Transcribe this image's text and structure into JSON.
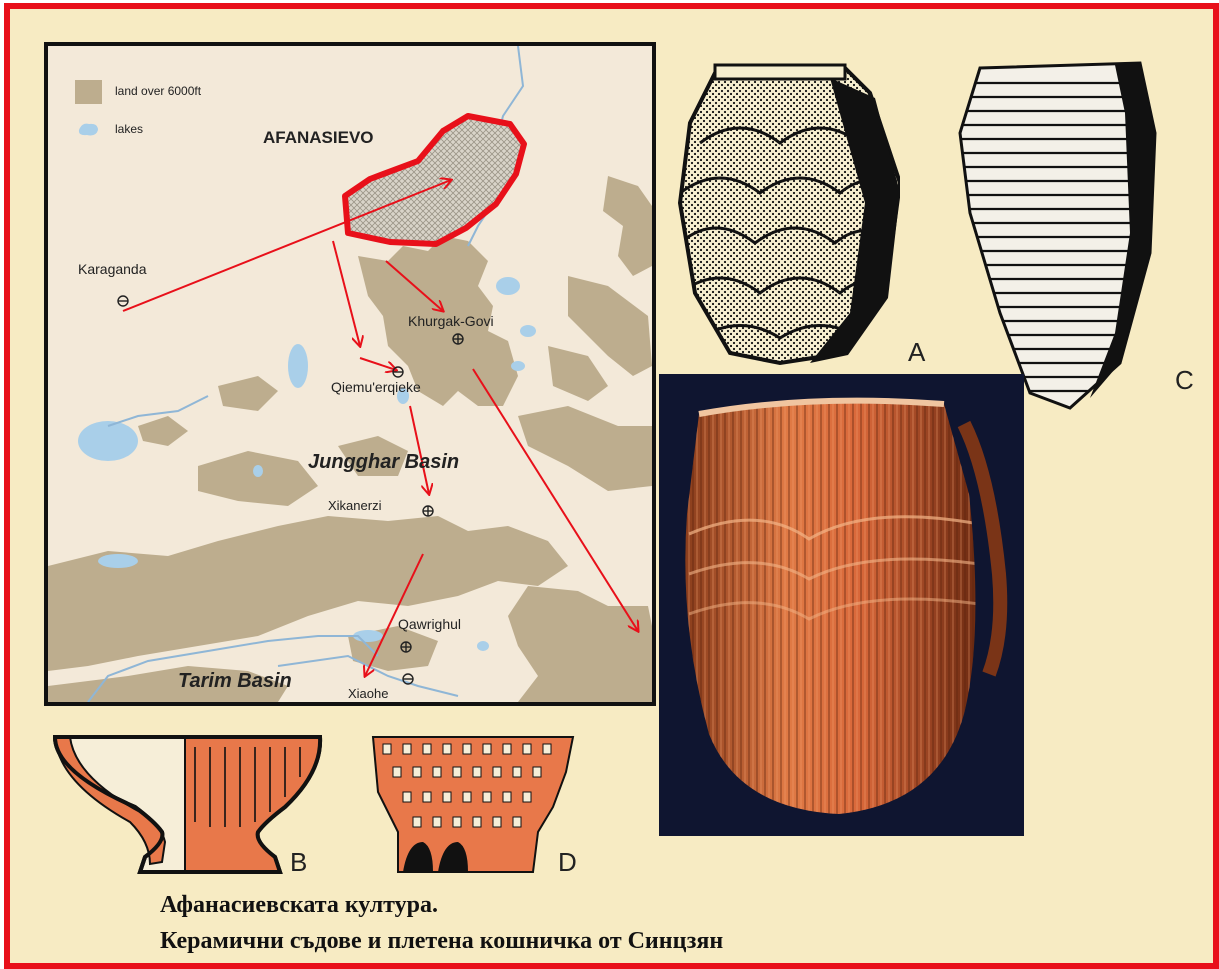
{
  "map": {
    "legend": {
      "land": "land over 6000ft",
      "lakes": "lakes"
    },
    "places": [
      {
        "id": "afanasievo",
        "name": "AFANASIEVO"
      },
      {
        "id": "karaganda",
        "name": "Karaganda"
      },
      {
        "id": "khurgak",
        "name": "Khurgak-Govi"
      },
      {
        "id": "qiemu",
        "name": "Qiemu'erqieke"
      },
      {
        "id": "junggar",
        "name": "Jungghar Basin"
      },
      {
        "id": "xikanerzi",
        "name": "Xikanerzi"
      },
      {
        "id": "qawrighul",
        "name": "Qawrighul"
      },
      {
        "id": "tarim",
        "name": "Tarim Basin"
      },
      {
        "id": "xiaohe",
        "name": "Xiaohe"
      }
    ],
    "colors": {
      "land": "#bdad8e",
      "lakes": "#a9cfe9",
      "rivers": "#8fb6d6",
      "background": "#f3e9d9",
      "arrows": "#e8101a"
    }
  },
  "figures": {
    "A": "A",
    "B": "B",
    "C": "C",
    "D": "D"
  },
  "caption": {
    "line1": "Афанасиевската култура.",
    "line2": "Керамични съдове и плетена кошничка от Синцзян"
  },
  "colors": {
    "frame": "#e8101a",
    "page_background": "#f7ebc3",
    "pottery_orange": "#e8784a"
  }
}
